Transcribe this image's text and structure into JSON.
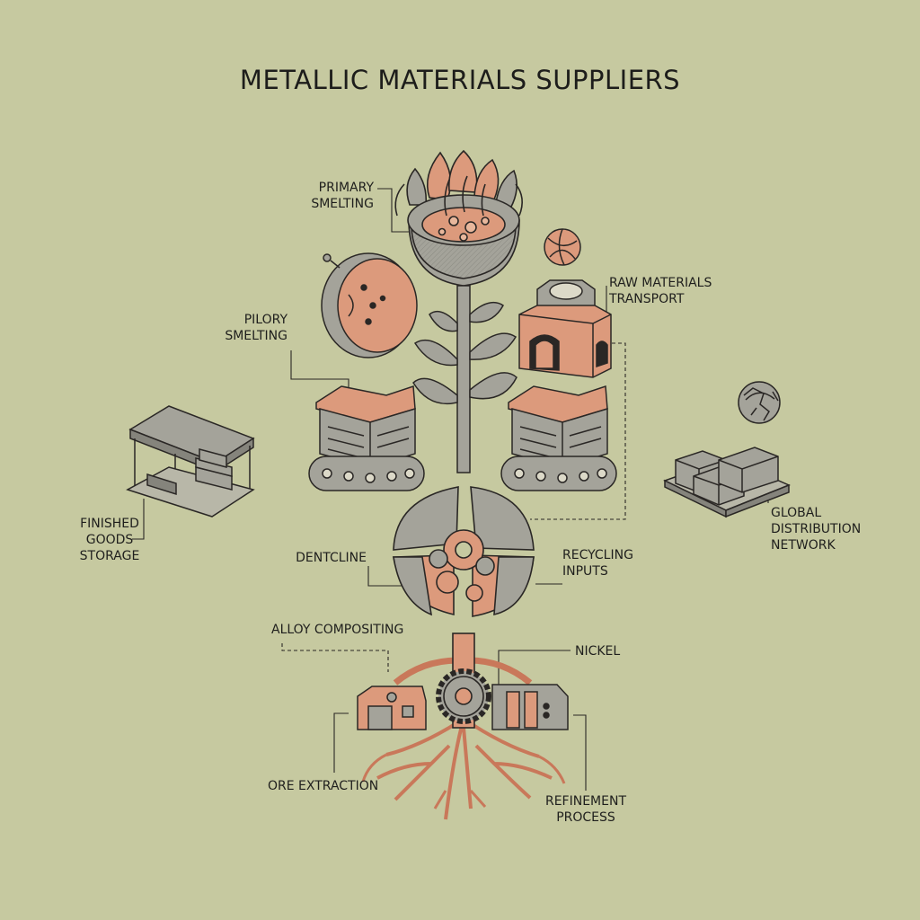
{
  "title": "METALLIC MATERIALS SUPPLIERS",
  "colors": {
    "background": "#c6c9a0",
    "copper": "#dc9a7c",
    "copper_dark": "#c9785a",
    "steel": "#a4a39a",
    "steel_dark": "#85847c",
    "ink": "#2a2725"
  },
  "labels": {
    "primary_smelting": "PRIMARY\nSMELTING",
    "raw_materials_transport": "RAW MATERIALS\nTRANSPORT",
    "pilory_smelting": "PILORY\nSMELTING",
    "finished_goods_storage": "FINISHED\nGOODS\nSTORAGE",
    "global_distribution_network": "GLOBAL\nDISTRIBUTION\nNETWORK",
    "dentcline": "DENTCLINE",
    "recycling_inputs": "RECYCLING\nINPUTS",
    "alloy_compositing": "ALLOY COMPOSITING",
    "nickel": "NICKEL",
    "ore_extraction": "ORE EXTRACTION",
    "refinement_process": "REFINEMENT\nPROCESS"
  },
  "icons": [
    "crucible-flower-icon",
    "copper-sphere-icon",
    "furnace-block-icon",
    "cut-sphere-icon",
    "conveyor-box-icon",
    "warehouse-icon",
    "globe-icon",
    "metal-stacks-icon",
    "gear-sphere-icon",
    "root-system-icon",
    "processing-building-icon"
  ]
}
